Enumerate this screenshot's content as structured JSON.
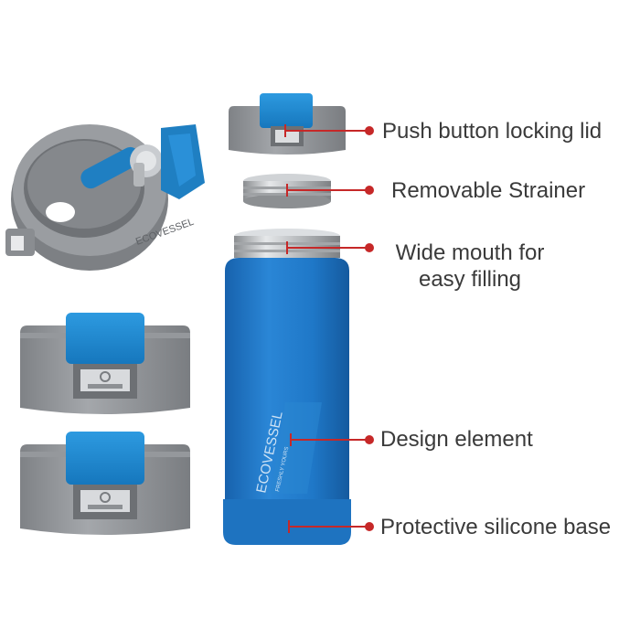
{
  "colors": {
    "bottle_blue": "#1f78c8",
    "cap_grey": "#8c8f93",
    "leader_red": "#c62828",
    "label_text": "#3a3a3a"
  },
  "brand": {
    "bottle_logo": "ECOVESSEL",
    "bottle_tagline": "FRESHLY YOURS",
    "lid_logo": "ECOVESSEL"
  },
  "callouts": {
    "push_button_lid": "Push button locking lid",
    "strainer": "Removable Strainer",
    "wide_mouth_line1": "Wide mouth for",
    "wide_mouth_line2": "easy filling",
    "design_element": "Design element",
    "silicone_base": "Protective silicone base"
  }
}
